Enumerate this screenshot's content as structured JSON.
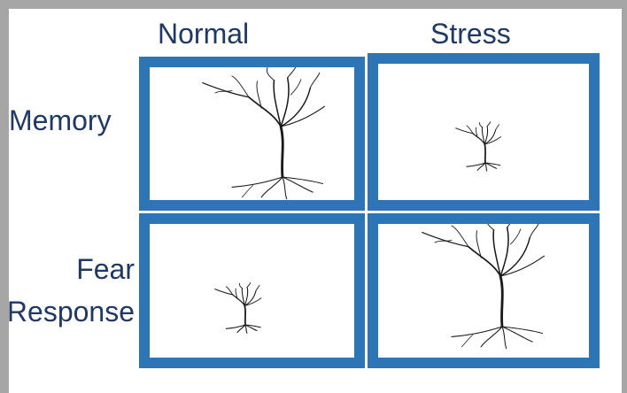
{
  "columns": {
    "normal": "Normal",
    "stress": "Stress"
  },
  "rows": {
    "memory": "Memory",
    "fear_line1": "Fear",
    "fear_line2": "Response"
  },
  "panels": [
    {
      "id": "memory-normal",
      "neuron": "large"
    },
    {
      "id": "memory-stress",
      "neuron": "small"
    },
    {
      "id": "fear-normal",
      "neuron": "small"
    },
    {
      "id": "fear-stress",
      "neuron": "large"
    }
  ],
  "colors": {
    "panel_border": "#2e75b6",
    "label_text": "#1f3864",
    "frame": "#a6a6a6"
  }
}
